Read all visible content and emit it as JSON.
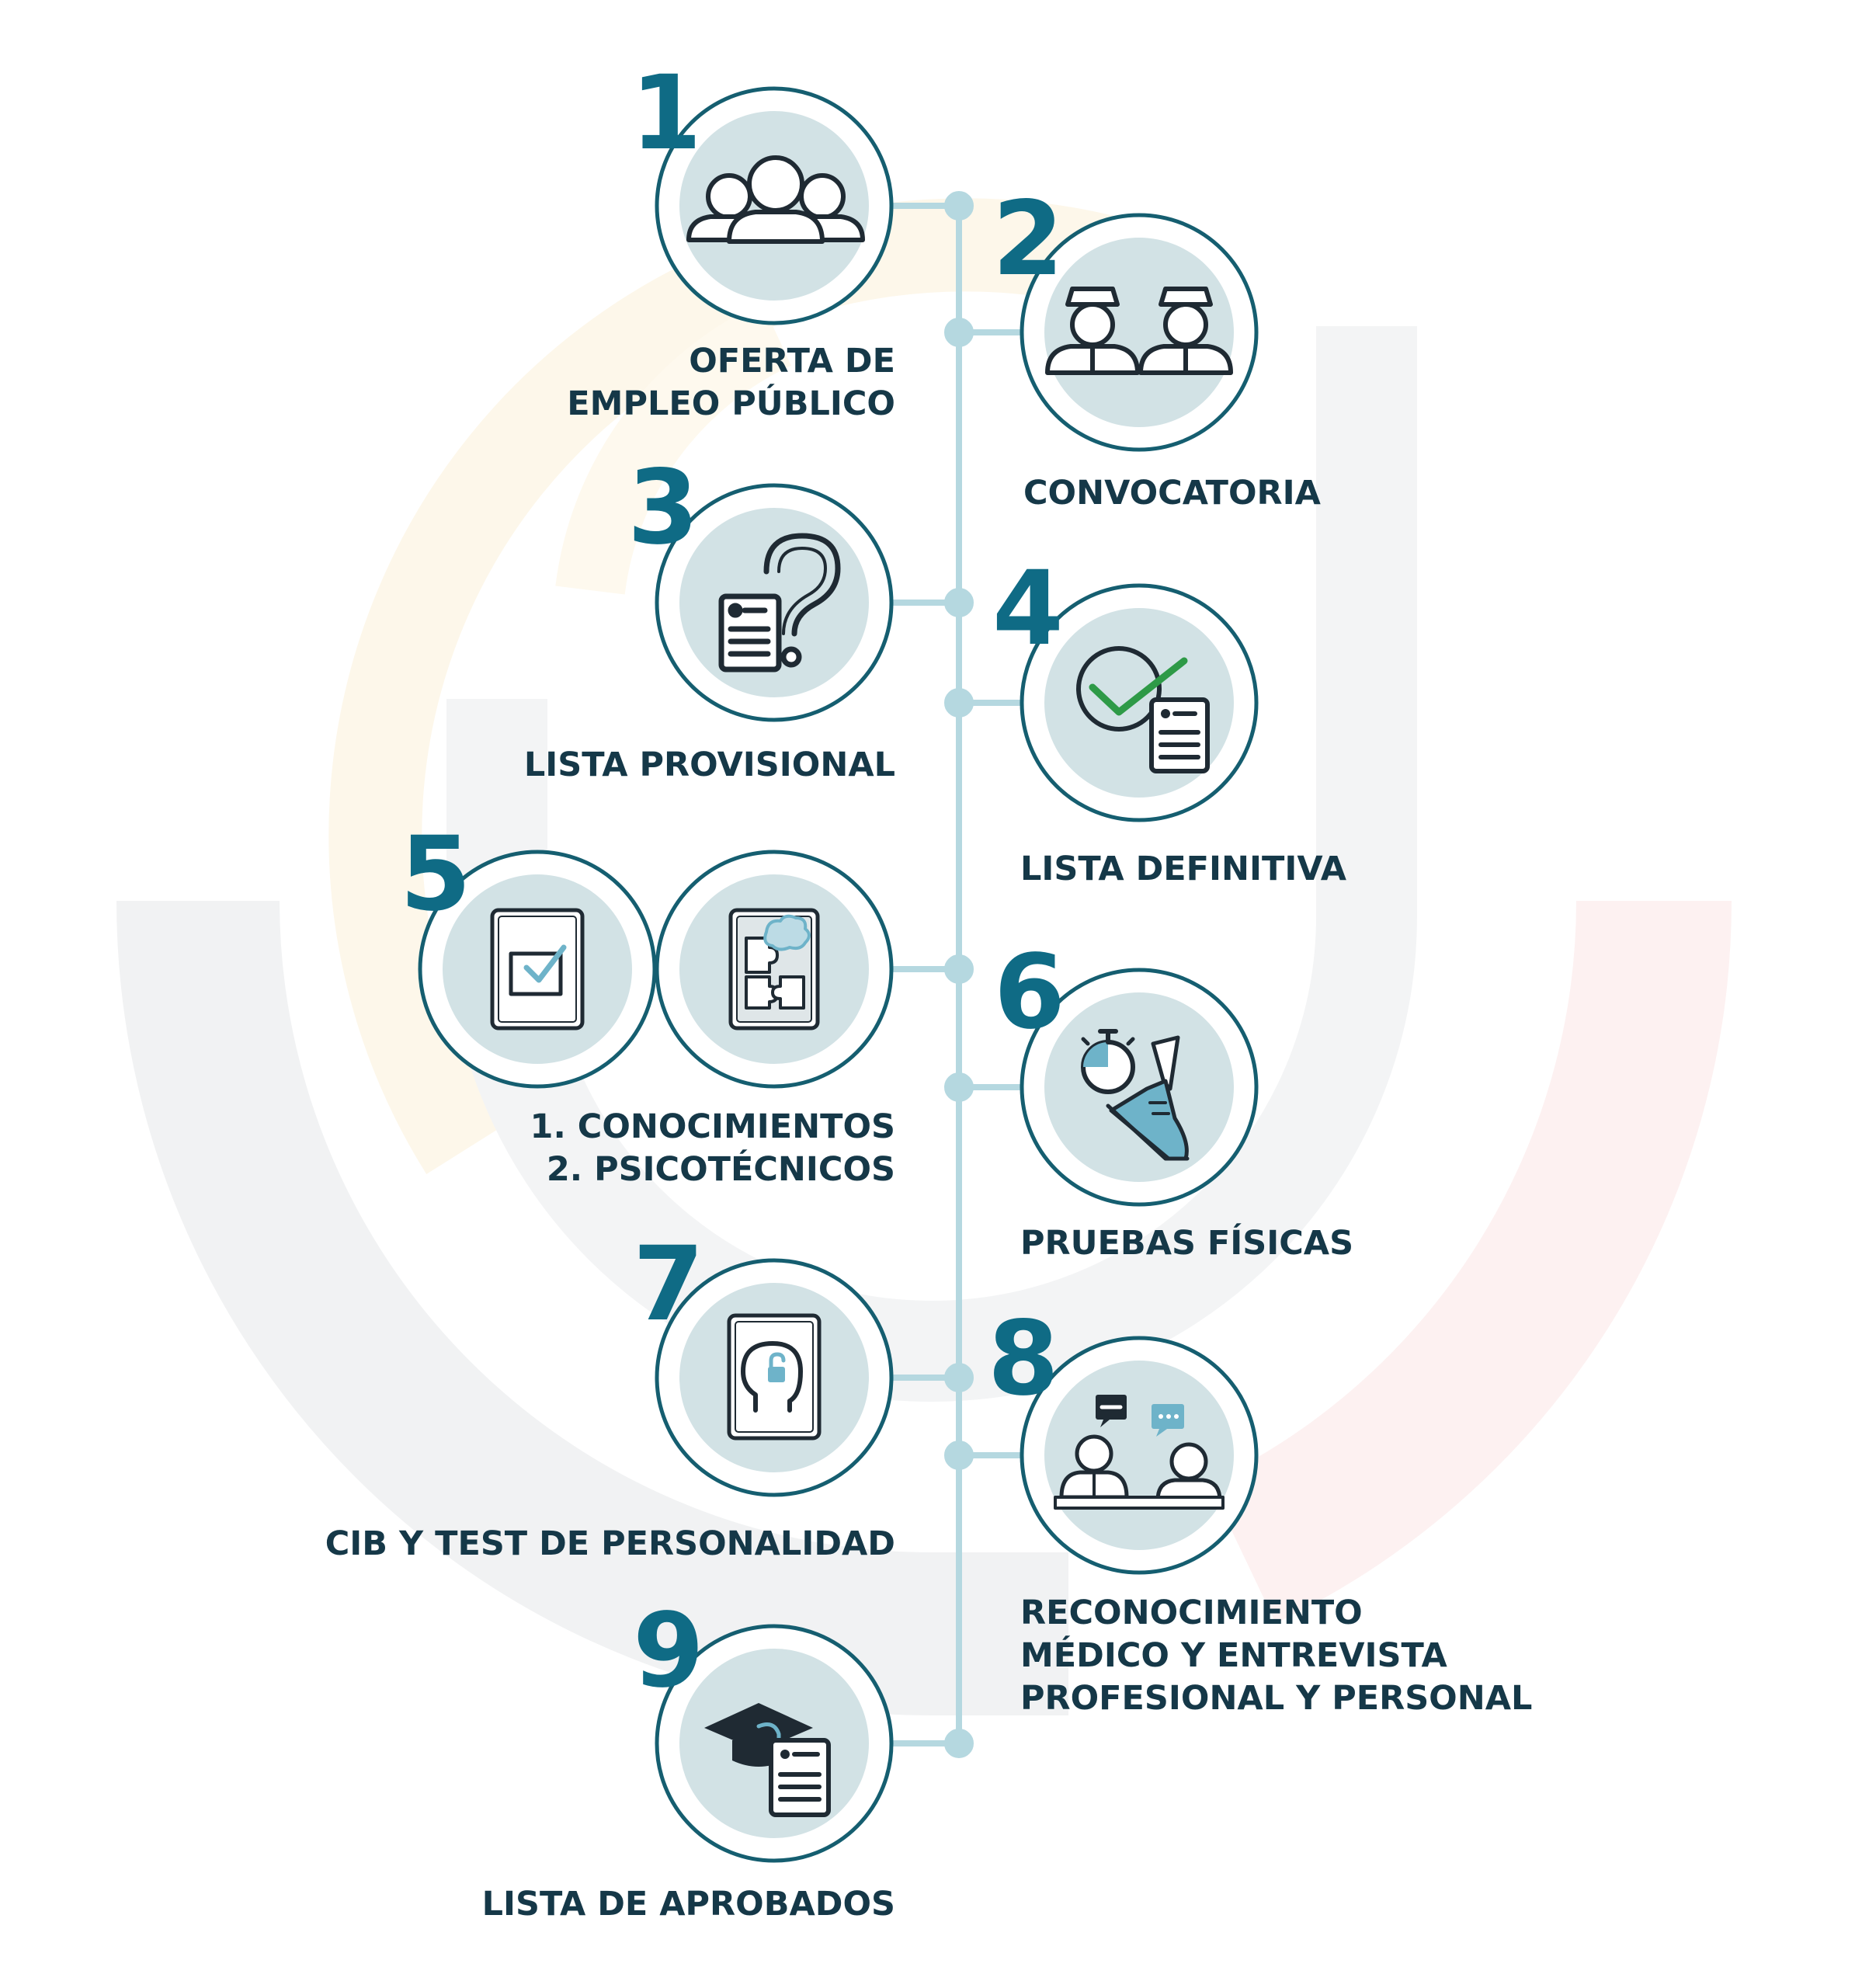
{
  "colors": {
    "accent": "#0f6b85",
    "text": "#153848",
    "timeline": "#b5d8e0",
    "badge_ring": "#155e70",
    "badge_fill": "#d2e2e5",
    "icon_line": "#1f2a33",
    "check_green": "#2e9a47",
    "icon_light_blue": "#6eb3c9"
  },
  "steps": [
    {
      "number": "1",
      "lines": [
        "OFERTA DE",
        "EMPLEO PÚBLICO"
      ],
      "icon": "people-group-icon"
    },
    {
      "number": "2",
      "lines": [
        "CONVOCATORIA"
      ],
      "icon": "police-officers-icon"
    },
    {
      "number": "3",
      "lines": [
        "LISTA PROVISIONAL"
      ],
      "icon": "question-document-icon"
    },
    {
      "number": "4",
      "lines": [
        "LISTA DEFINITIVA"
      ],
      "icon": "check-document-icon"
    },
    {
      "number": "5",
      "lines": [
        "1. CONOCIMIENTOS",
        "2. PSICOTÉCNICOS"
      ],
      "icon": "exam-tablets-icon"
    },
    {
      "number": "6",
      "lines": [
        "PRUEBAS FÍSICAS"
      ],
      "icon": "stopwatch-shoe-icon"
    },
    {
      "number": "7",
      "lines": [
        "CIB Y TEST DE PERSONALIDAD"
      ],
      "icon": "head-lock-icon"
    },
    {
      "number": "8",
      "lines": [
        "RECONOCIMIENTO",
        "MÉDICO Y ENTREVISTA",
        "PROFESIONAL Y PERSONAL"
      ],
      "icon": "interview-icon"
    },
    {
      "number": "9",
      "lines": [
        "LISTA DE APROBADOS"
      ],
      "icon": "graduation-document-icon"
    }
  ]
}
